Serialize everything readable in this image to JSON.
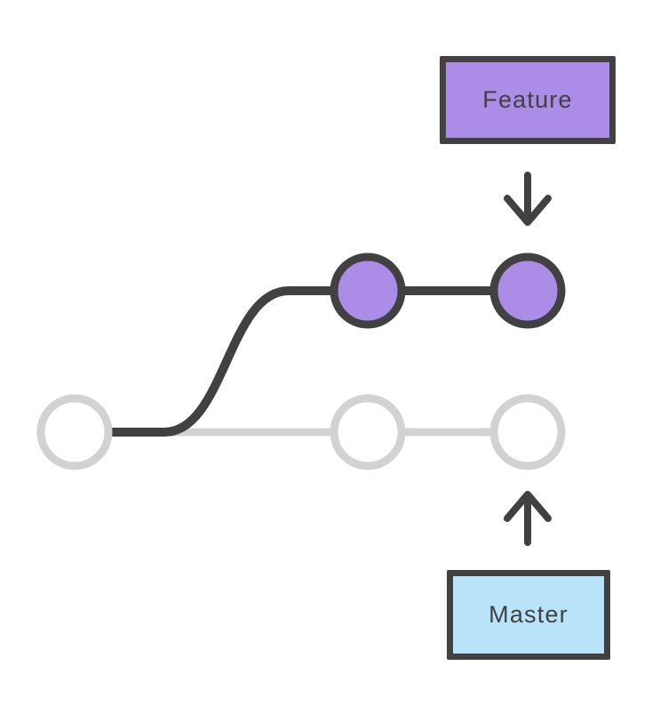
{
  "branches": {
    "feature": {
      "label": "Feature",
      "commit_count": 2
    },
    "master": {
      "label": "Master",
      "commit_count": 3
    }
  },
  "colors": {
    "feature_fill": "#ab8ce6",
    "master_fill": "#b9e3f9",
    "outline_dark": "#414141",
    "inactive_gray": "#d2d2d2",
    "text": "#414141",
    "background": "#ffffff"
  }
}
